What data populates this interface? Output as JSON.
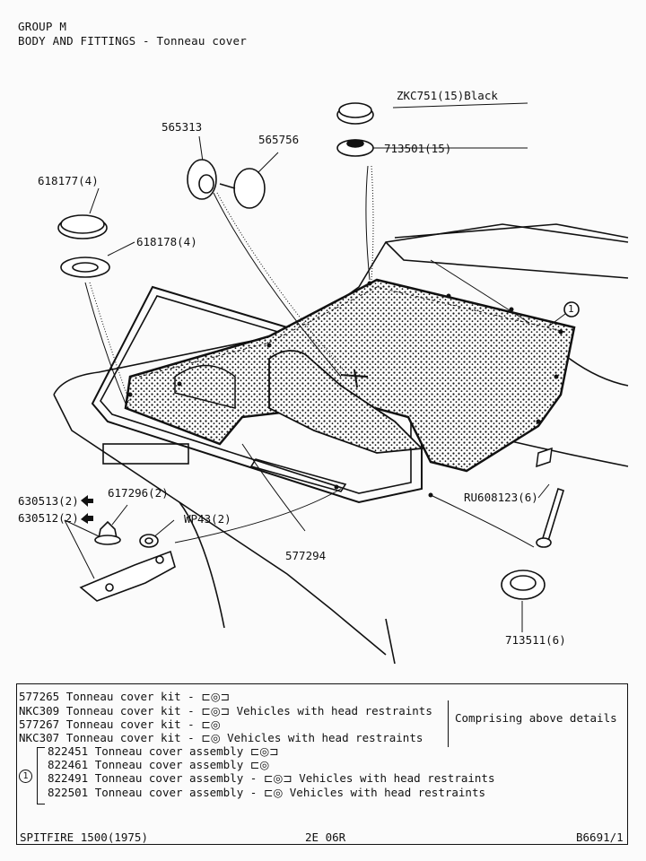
{
  "header": {
    "group": "GROUP M",
    "section": "BODY AND FITTINGS - Tonneau cover"
  },
  "callouts": {
    "zkc751": "ZKC751(15)Black",
    "p713501": "713501(15)",
    "p565313": "565313",
    "p565756": "565756",
    "p618177": "618177(4)",
    "p618178": "618178(4)",
    "ref1": "1",
    "p630513": "630513(2)",
    "p630512": "630512(2)",
    "p617296": "617296(2)",
    "wp43": "WP43(2)",
    "p577294": "577294",
    "ru608123": "RU608123(6)",
    "p713511": "713511(6)"
  },
  "table": {
    "kits": [
      {
        "part": "577265",
        "desc": "Tonneau cover kit -",
        "note": ""
      },
      {
        "part": "NKC309",
        "desc": "Tonneau cover kit -",
        "note": "Vehicles with head restraints"
      },
      {
        "part": "577267",
        "desc": "Tonneau cover kit -",
        "note": ""
      },
      {
        "part": "NKC307",
        "desc": "Tonneau cover kit -",
        "note": "Vehicles with head restraints"
      }
    ],
    "comprising": "Comprising above details",
    "assembly_ref": "1",
    "assemblies": [
      {
        "part": "822451",
        "desc": "Tonneau cover assembly",
        "note": ""
      },
      {
        "part": "822461",
        "desc": "Tonneau cover assembly",
        "note": ""
      },
      {
        "part": "822491",
        "desc": "Tonneau cover assembly -",
        "note": "Vehicles with head restraints"
      },
      {
        "part": "822501",
        "desc": "Tonneau cover assembly -",
        "note": "Vehicles with head restraints"
      }
    ]
  },
  "footer": {
    "model": "SPITFIRE 1500(1975)",
    "fiche": "2E 06R",
    "ref": "B6691/1"
  },
  "colors": {
    "ink": "#111111",
    "paper": "#fbfbfb"
  }
}
